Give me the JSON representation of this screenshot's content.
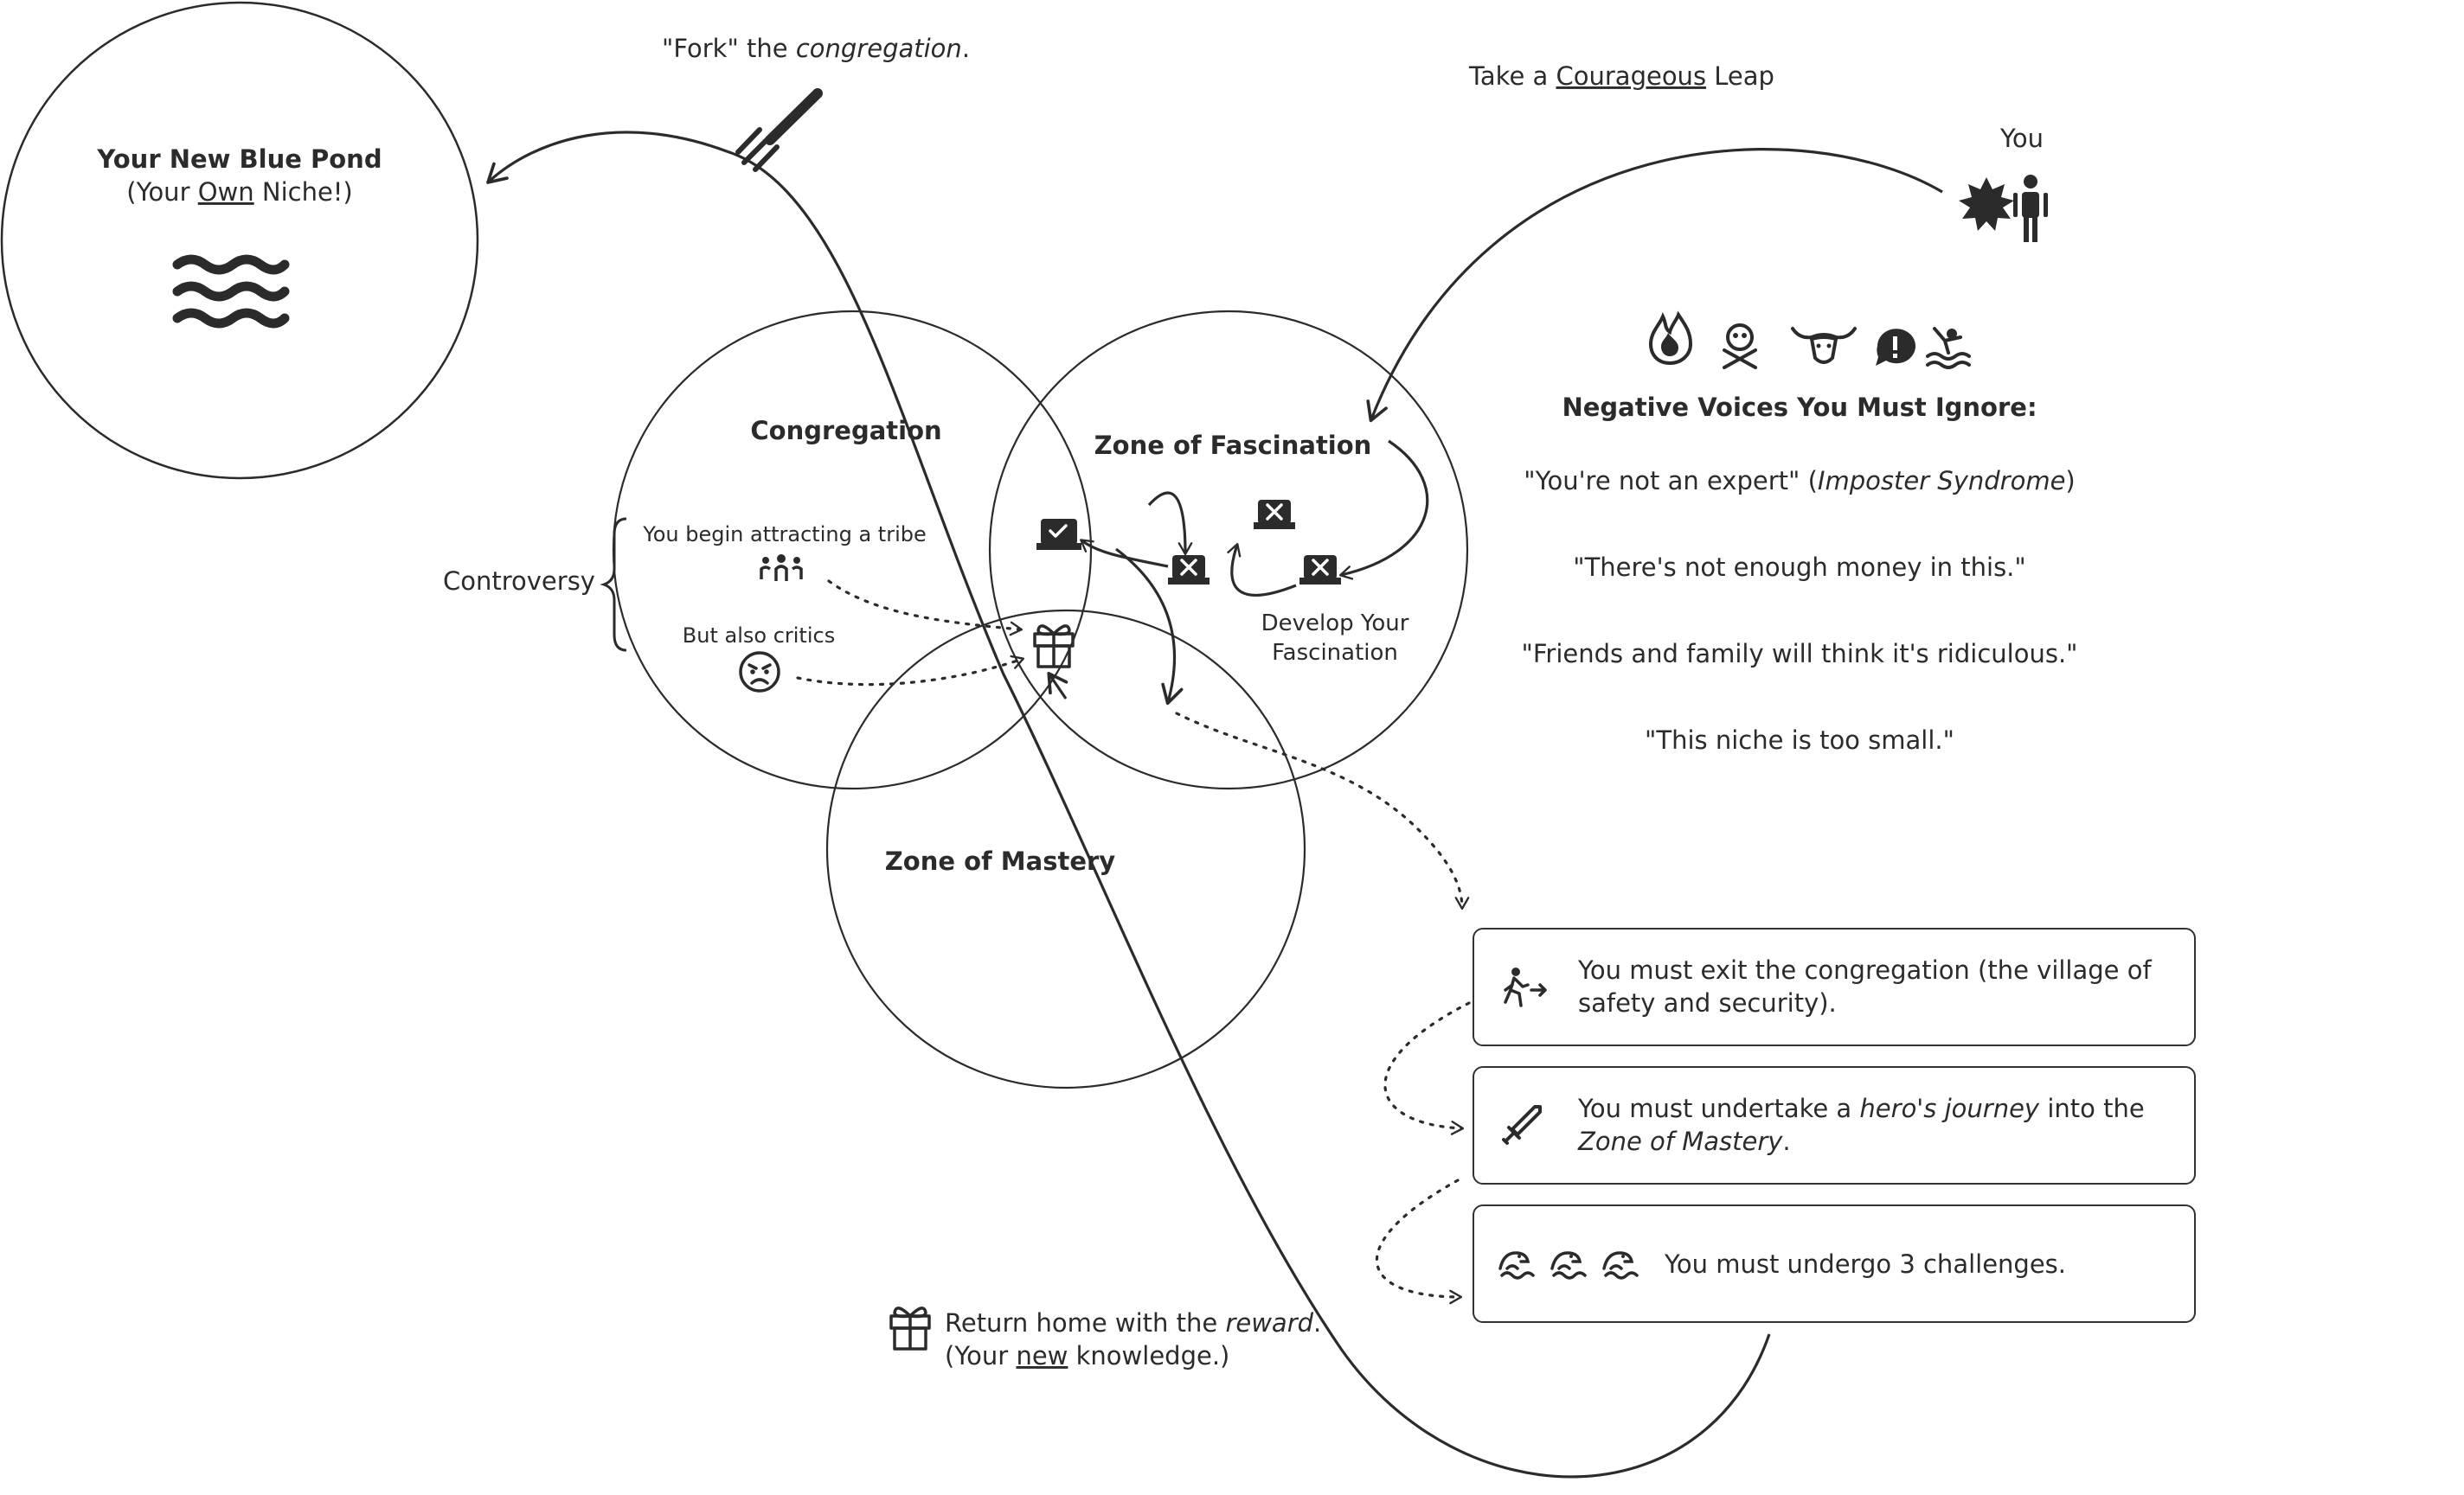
{
  "diagram": {
    "pond": {
      "title": "Your New Blue Pond",
      "subtitle_pre": "(Your ",
      "subtitle_underlined": "Own",
      "subtitle_post": " Niche!)",
      "icon": "waves-icon"
    },
    "fork": {
      "label_pre": "\"Fork\" the ",
      "label_italic": "congregation",
      "label_post": ".",
      "icon": "fork-icon"
    },
    "leap": {
      "label_pre": "Take a ",
      "label_underlined": "Courageous",
      "label_post": " Leap"
    },
    "you": {
      "label": "You",
      "icons": [
        "starburst-icon",
        "person-icon"
      ]
    },
    "circles": {
      "congregation": "Congregation",
      "fascination": "Zone of Fascination",
      "mastery": "Zone of Mastery"
    },
    "congregation_notes": {
      "tribe": "You begin attracting a tribe",
      "critics": "But also critics",
      "tribe_icon": "tribe-icon",
      "critic_icon": "angry-face-icon"
    },
    "controversy": "Controversy",
    "develop": [
      "Develop Your",
      "Fascination"
    ],
    "negative": {
      "icons": [
        "fire-icon",
        "skull-crossbones-icon",
        "bull-icon",
        "alert-bubble-icon",
        "drowning-icon"
      ],
      "title": "Negative Voices You Must Ignore:",
      "quote1_pre": "\"You're not an expert\" (",
      "quote1_italic": "Imposter Syndrome",
      "quote1_post": ")",
      "quote2": "\"There's not enough money in this.\"",
      "quote3": "\"Friends and family will think it's ridiculous.\"",
      "quote4": "\"This niche is too small.\""
    },
    "steps": [
      {
        "icon": "walk-exit-icon",
        "line1": "You must exit the congregation (the village of",
        "line2": "safety and security)."
      },
      {
        "icon": "sword-icon",
        "line1_pre": "You must undertake a ",
        "line1_italic": "hero's journey",
        "line1_post": " into the",
        "line2_italic": "Zone of Mastery",
        "line2_post": "."
      },
      {
        "icon": "sea-serpent-icon",
        "line1": "You must undergo 3 challenges."
      }
    ],
    "reward": {
      "icon": "gift-icon",
      "line1_pre": "Return home with the ",
      "line1_italic": "reward",
      "line1_post": ".",
      "line2_pre": "(Your ",
      "line2_underlined": "new",
      "line2_post": " knowledge.)"
    }
  }
}
